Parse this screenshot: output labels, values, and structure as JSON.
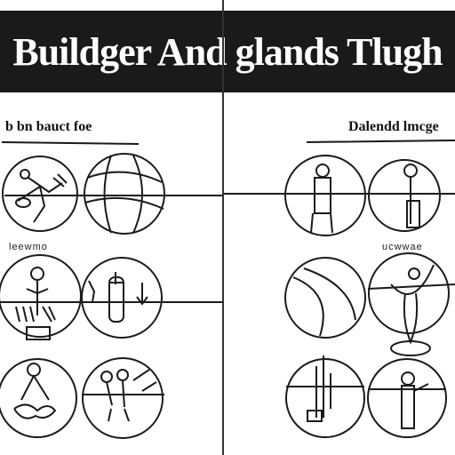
{
  "banner": {
    "title": "Buildger And glands Tlugh"
  },
  "left_panel": {
    "heading": "b bn bauct foe",
    "row_label": "leewmo"
  },
  "right_panel": {
    "heading": "Dalendd lmcge",
    "row_label": "ucwwae"
  },
  "colors": {
    "ink": "#1a1a1a",
    "paper": "#ffffff"
  }
}
